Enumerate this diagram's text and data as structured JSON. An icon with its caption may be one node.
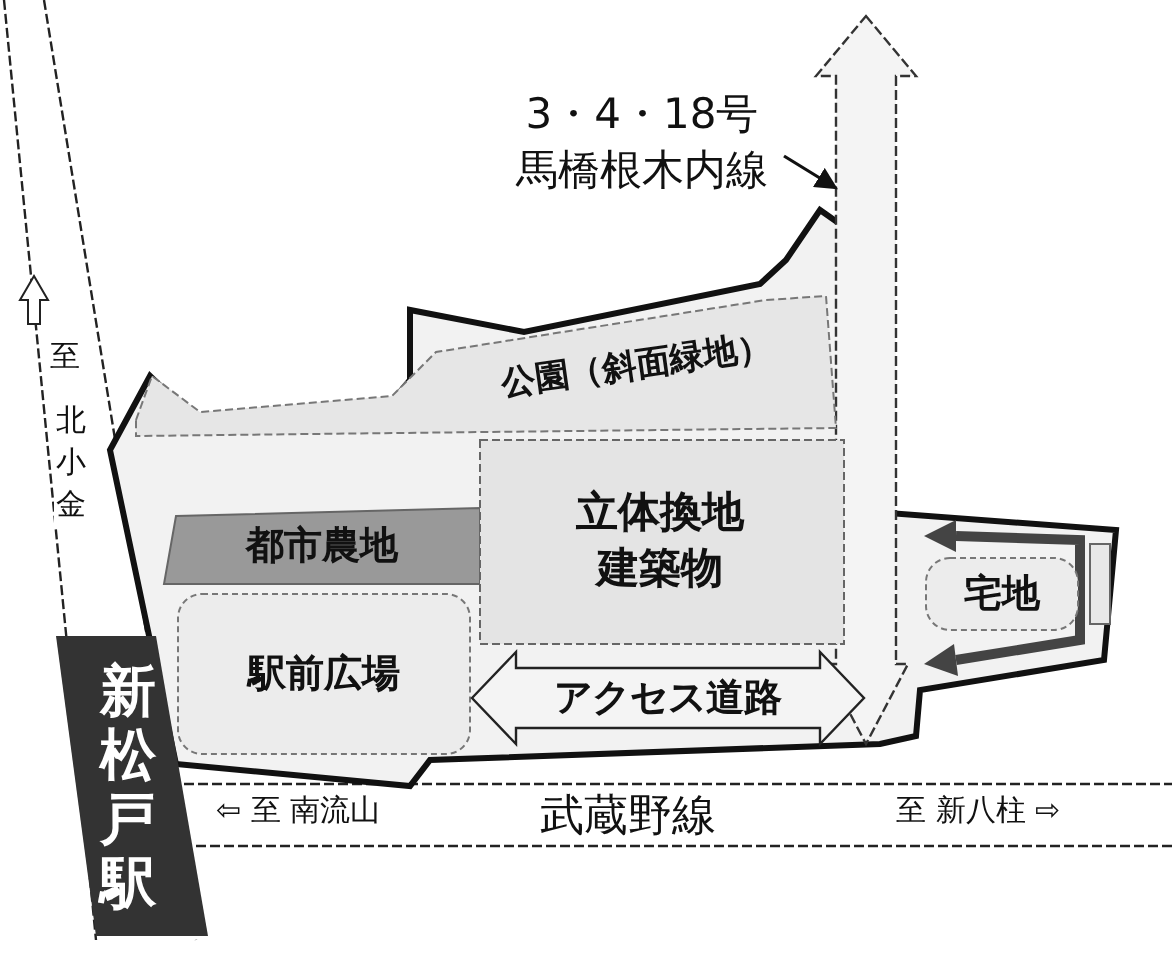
{
  "diagram": {
    "nodes": [
      {
        "text": [
          "3・4・18号",
          "馬橋根木内線"
        ]
      },
      {
        "text": [],
        "shape": "arrow"
      },
      {
        "text": [
          "公園（斜面緑地）"
        ]
      },
      {
        "text": [
          "都市農地"
        ]
      },
      {
        "text": [
          "立体換地建築物"
        ]
      },
      {
        "text": [
          "駅前広場"
        ]
      },
      {
        "text": [
          "アクセス道路"
        ]
      },
      {
        "text": [
          "宅地"
        ]
      },
      {
        "text": [
          "新松戸駅"
        ]
      }
    ],
    "edges": [
      {
        "from": 0,
        "to": 1,
        "arrow": "to"
      }
    ],
    "labels": [
      "至",
      "北小金",
      "⇦ 至 南流山",
      "武蔵野線",
      "至 新八柱 ⇨"
    ]
  }
}
